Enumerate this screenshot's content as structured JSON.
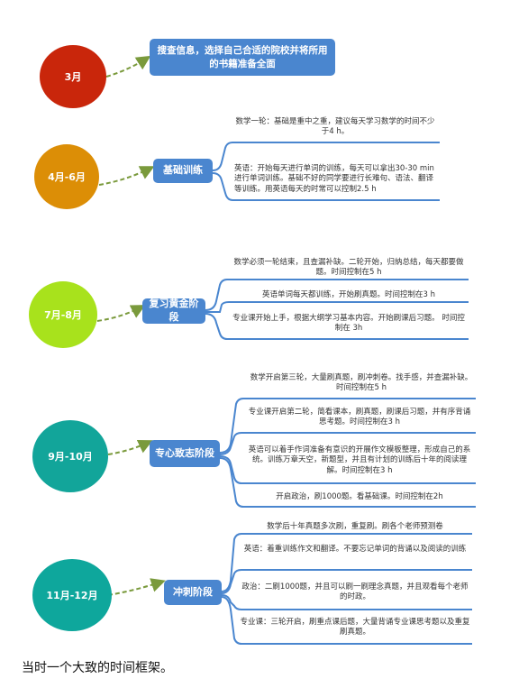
{
  "stages": [
    {
      "month": "3月",
      "title": "搜查信息，选择自己合适的院校并将所用的书籍准备全面",
      "color": "#c9260b",
      "notes": []
    },
    {
      "month": "4月-6月",
      "title": "基础训练",
      "color": "#dc8e06",
      "notes": [
        "数学一轮：基础是重中之重，建议每天学习数学的时间不少于4 h。",
        "英语：开始每天进行单词的训练，每天可以拿出30-30 min进行单词训练。基础不好的同学要进行长难句、语法、翻译等训练。用英语每天的时常可以控制2.5 h"
      ]
    },
    {
      "month": "7月-8月",
      "title": "复习黄金阶段",
      "color": "#a8e21c",
      "notes": [
        "数学必须一轮结束，且查漏补缺。二轮开始，归纳总结，每天都要做题。时间控制在5 h",
        "英语单词每天都训练，开始刷真题。时间控制在3 h",
        "专业课开始上手，根据大纲学习基本内容。开始刷课后习题。 时间控制在 3h"
      ]
    },
    {
      "month": "9月-10月",
      "title": "专心致志阶段",
      "color": "#12a59a",
      "notes": [
        "数学开启第三轮，大量刷真题，刷冲刺卷。找手感，并查漏补缺。时间控制在5 h",
        "专业课开启第二轮，简看课本，刷真题，刷课后习题，并有序背诵思考题。时间控制在3 h",
        "英语可以着手作词准备有意识的开展作文模板整理，形成自己的系统。训练万章天空，新题型，并且有计划的训练后十年的阅读理解。时间控制在3 h",
        "开启政治，刷1000题。看基础课。时间控制在2h"
      ]
    },
    {
      "month": "11月-12月",
      "title": "冲刺阶段",
      "color": "#0ea79c",
      "notes": [
        "数学后十年真题多次刷，重复刷。刷各个老师预测卷",
        "英语：着重训练作文和翻译。不要忘记单词的背诵以及阅读的训练",
        "政治：二刷1000题，并且可以刷一刷理念真题，并且观看每个老师的时政。",
        "专业课：三轮开启，刷重点课后题，大量背诵专业课思考题以及重复刷真题。"
      ]
    }
  ],
  "caption": "当时一个大致的时间框架。",
  "line_color": "#4a86cf",
  "arrow_color": "#7a9a3c"
}
